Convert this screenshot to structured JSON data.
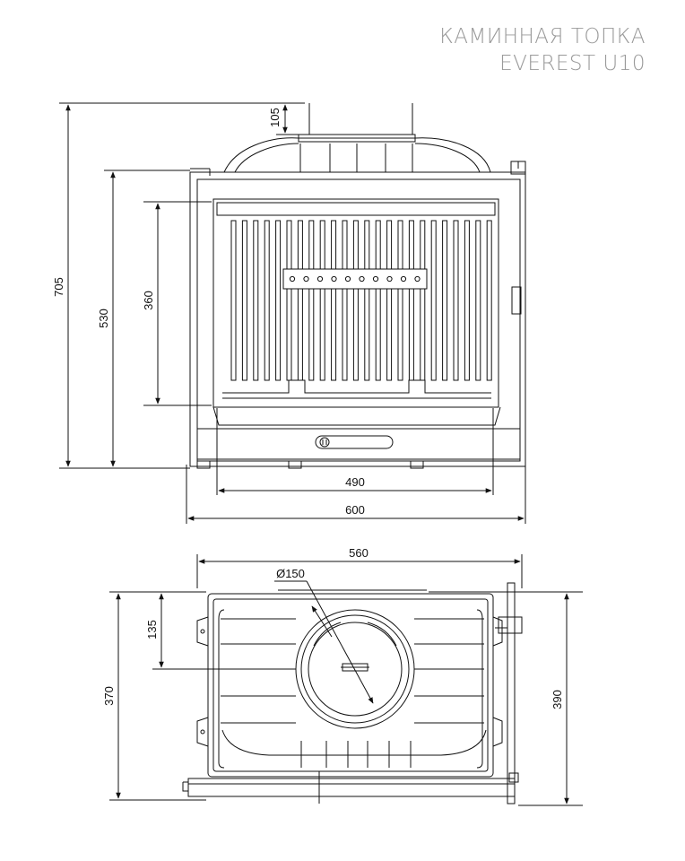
{
  "title": {
    "line1": "КАМИННАЯ ТОПКА",
    "line2": "EVEREST U10"
  },
  "front_view": {
    "dims": {
      "total_height": "705",
      "body_height": "530",
      "glass_height": "360",
      "flue_height": "105",
      "glass_width": "490",
      "total_width": "600"
    }
  },
  "top_view": {
    "dims": {
      "width": "560",
      "flue_diameter": "Ø150",
      "flue_offset": "135",
      "depth": "370",
      "total_depth": "390"
    }
  }
}
